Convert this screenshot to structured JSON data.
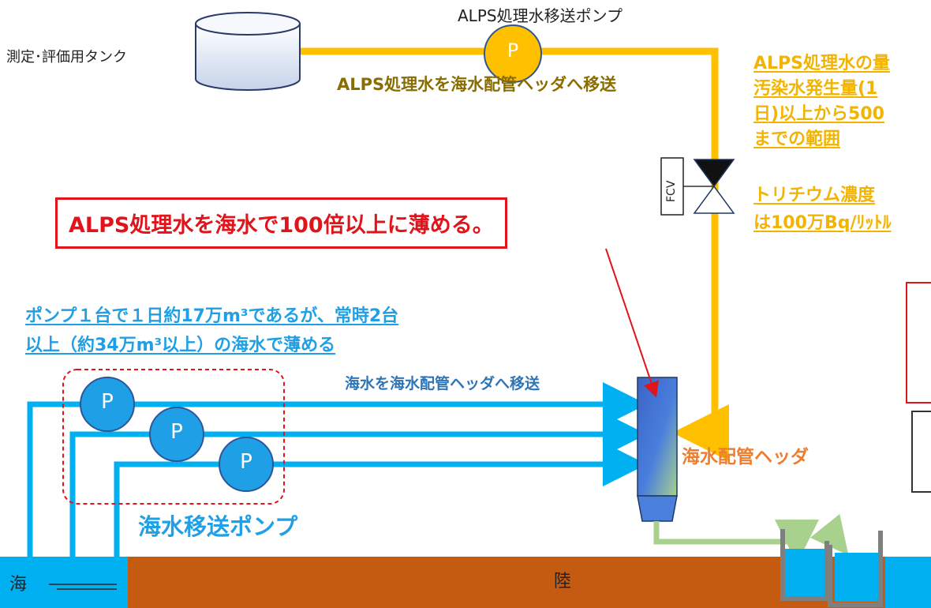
{
  "labels": {
    "tank": "測定･評価用タンク",
    "alps_pump": "ALPS処理水移送ポンプ",
    "alps_transfer": "ALPS処理水を海水配管ヘッダへ移送",
    "fcv": "FCV",
    "dilute_alert": "ALPS処理水を海水で100倍以上に薄める。",
    "seawater_transfer": "海水を海水配管ヘッダへ移送",
    "header": "海水配管ヘッダ",
    "seawater_pump": "海水移送ポンプ",
    "sea": "海",
    "land": "陸",
    "pump_symbol": "P"
  },
  "notes": {
    "alps_volume_line1": "ALPS処理水の量",
    "alps_volume_line2": "汚染水発生量(1",
    "alps_volume_line3": "日)以上から500",
    "alps_volume_line4": "までの範囲",
    "tritium_line1": "トリチウム濃度",
    "tritium_line2": "は100万Bq/ﾘｯﾄﾙ",
    "pump_capacity_line1": "ポンプ１台で１日約17万m³であるが、常時2台",
    "pump_capacity_line2": "以上（約34万m³以上）の海水で薄める"
  },
  "colors": {
    "alps_pipe": "#ffc000",
    "seawater_pipe": "#00b0f0",
    "diluted_pipe": "#a9d18e",
    "land": "#c55a11",
    "alert": "#e0141b",
    "pump_fill_alps": "#ffc000",
    "pump_fill_sea": "#1fa0e6"
  }
}
